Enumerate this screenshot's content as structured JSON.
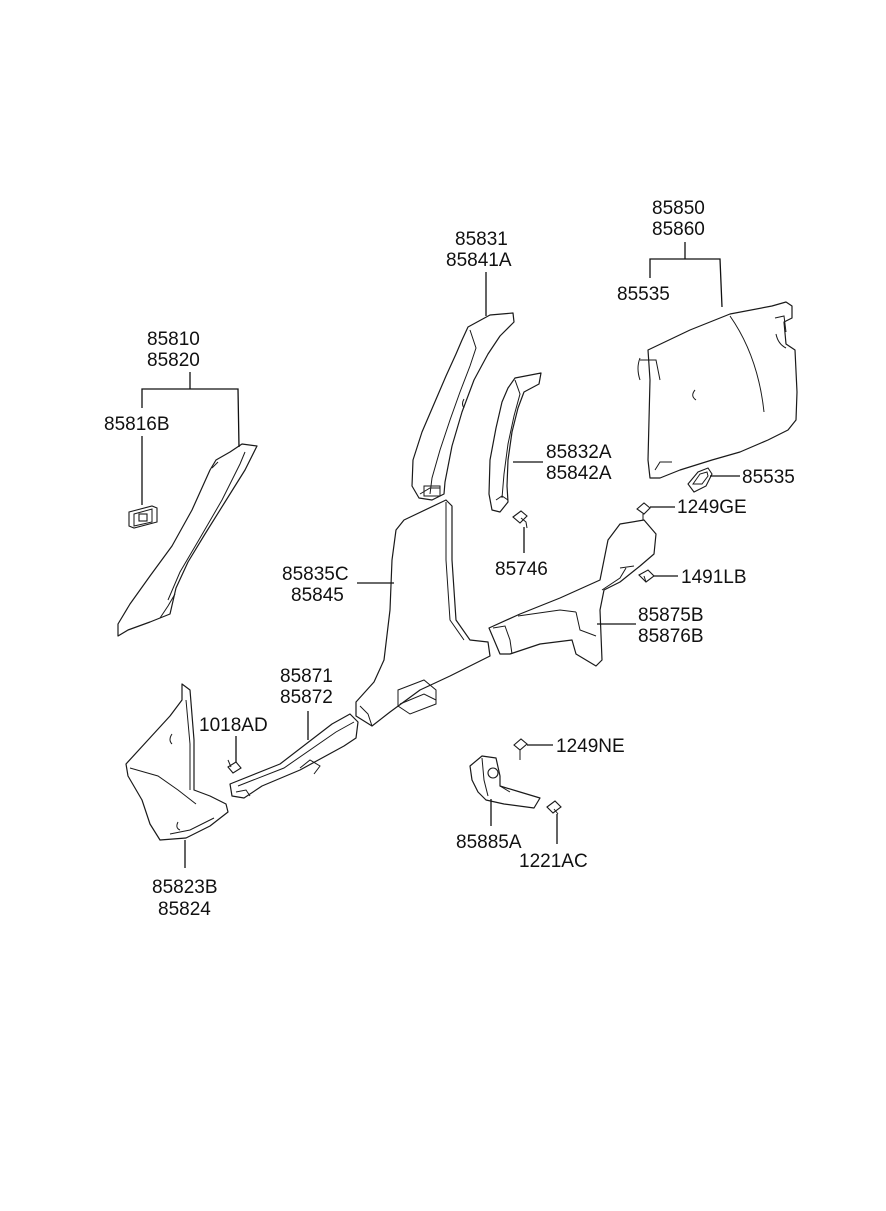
{
  "labels": {
    "p85850": "85850",
    "p85860": "85860",
    "p85535a": "85535",
    "p85535b": "85535",
    "p85831": "85831",
    "p85841A": "85841A",
    "p85810": "85810",
    "p85820": "85820",
    "p85816B": "85816B",
    "p85832A": "85832A",
    "p85842A": "85842A",
    "p1249GE": "1249GE",
    "p85746": "85746",
    "p85835C": "85835C",
    "p85845": "85845",
    "p1491LB": "1491LB",
    "p85875B": "85875B",
    "p85876B": "85876B",
    "p85871": "85871",
    "p85872": "85872",
    "p1018AD": "1018AD",
    "p1249NE": "1249NE",
    "p85885A": "85885A",
    "p1221AC": "1221AC",
    "p85823B": "85823B",
    "p85824": "85824"
  },
  "colors": {
    "line": "#1a1a1a",
    "background": "#ffffff"
  }
}
